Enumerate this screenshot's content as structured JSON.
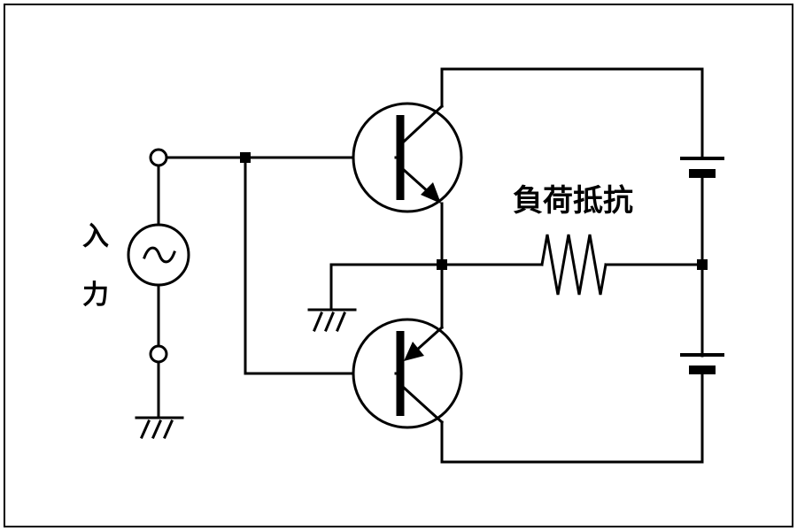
{
  "labels": {
    "input_char_1": "入",
    "input_char_2": "力",
    "load": "負荷抵抗",
    "ac_symbol": "~"
  },
  "colors": {
    "line": "#000000",
    "background": "#ffffff"
  },
  "components": [
    {
      "kind": "ac-source",
      "label": "入力"
    },
    {
      "kind": "npn-transistor",
      "position": "top"
    },
    {
      "kind": "pnp-transistor",
      "position": "bottom"
    },
    {
      "kind": "resistor",
      "label": "負荷抵抗"
    },
    {
      "kind": "battery",
      "position": "top"
    },
    {
      "kind": "battery",
      "position": "bottom"
    },
    {
      "kind": "ground",
      "count": 2
    }
  ]
}
